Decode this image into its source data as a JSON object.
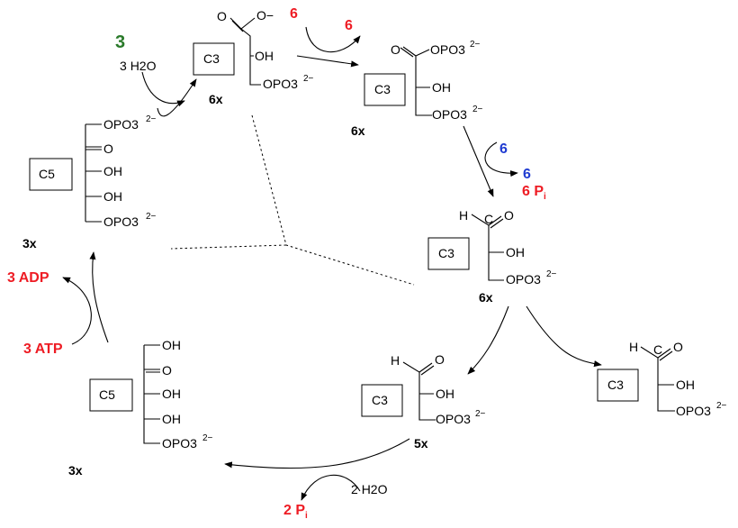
{
  "carbon_boxes": {
    "c5_top": "C5",
    "c3_top": "C3",
    "c3_bpg": "C3",
    "c3_g3p": "C3",
    "c3_dhap": "C3",
    "c3_g3p_side": "C3",
    "c5_bottom": "C5"
  },
  "groups": {
    "opo3": "OPO3",
    "charge": "2−",
    "oh": "OH",
    "o": "O",
    "o_minus": "O−",
    "h": "H",
    "h2o": "H2O",
    "pi_p": "P",
    "pi_i": "i"
  },
  "stoich": {
    "x3_top": "3x",
    "x6_top": "6x",
    "x6_bpg": "6x",
    "x6_g3p": "6x",
    "x5": "5x",
    "x3_bottom": "3x",
    "green_3": "3",
    "h2o_3": "3",
    "h2o_2": "2",
    "red_6_in": "6",
    "red_6_out": "6",
    "blue_6_in": "6",
    "blue_6_out": "6",
    "pi_6": "6",
    "pi_2": "2"
  },
  "energy": {
    "adp": "3 ADP",
    "atp": "3 ATP"
  },
  "colors": {
    "red": "#ee1c24",
    "blue": "#1f3bd1",
    "green": "#2a7a2a"
  }
}
